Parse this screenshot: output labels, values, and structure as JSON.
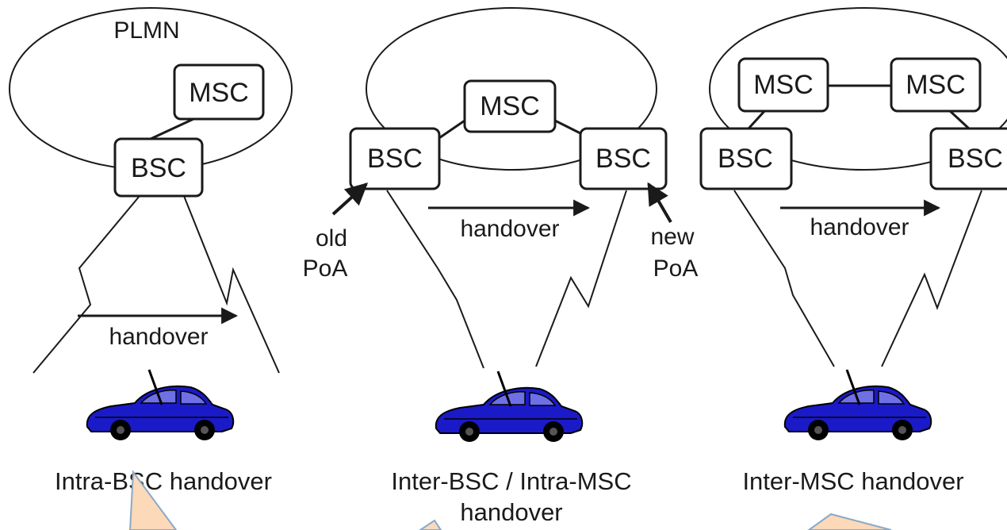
{
  "colors": {
    "line": "#1a1a1a",
    "car_body": "#1a1ac8",
    "car_dark": "#000000",
    "callout_fill": "#fcd9b8",
    "callout_stroke": "#8aa9c9"
  },
  "panel1": {
    "network_label": "PLMN",
    "msc": "MSC",
    "bsc": "BSC",
    "handover": "handover",
    "caption": "Intra-BSC handover"
  },
  "panel2": {
    "msc": "MSC",
    "bsc_left": "BSC",
    "bsc_right": "BSC",
    "handover": "handover",
    "old_poa_line1": "old",
    "old_poa_line2": "PoA",
    "new_poa_line1": "new",
    "new_poa_line2": "PoA",
    "caption_line1": "Inter-BSC / Intra-MSC",
    "caption_line2": "handover"
  },
  "panel3": {
    "msc_left": "MSC",
    "msc_right": "MSC",
    "bsc_left": "BSC",
    "bsc_right": "BSC",
    "handover": "handover",
    "caption": "Inter-MSC handover"
  },
  "icons": {
    "car": "car-icon",
    "callout": "speech-callout-icon"
  }
}
